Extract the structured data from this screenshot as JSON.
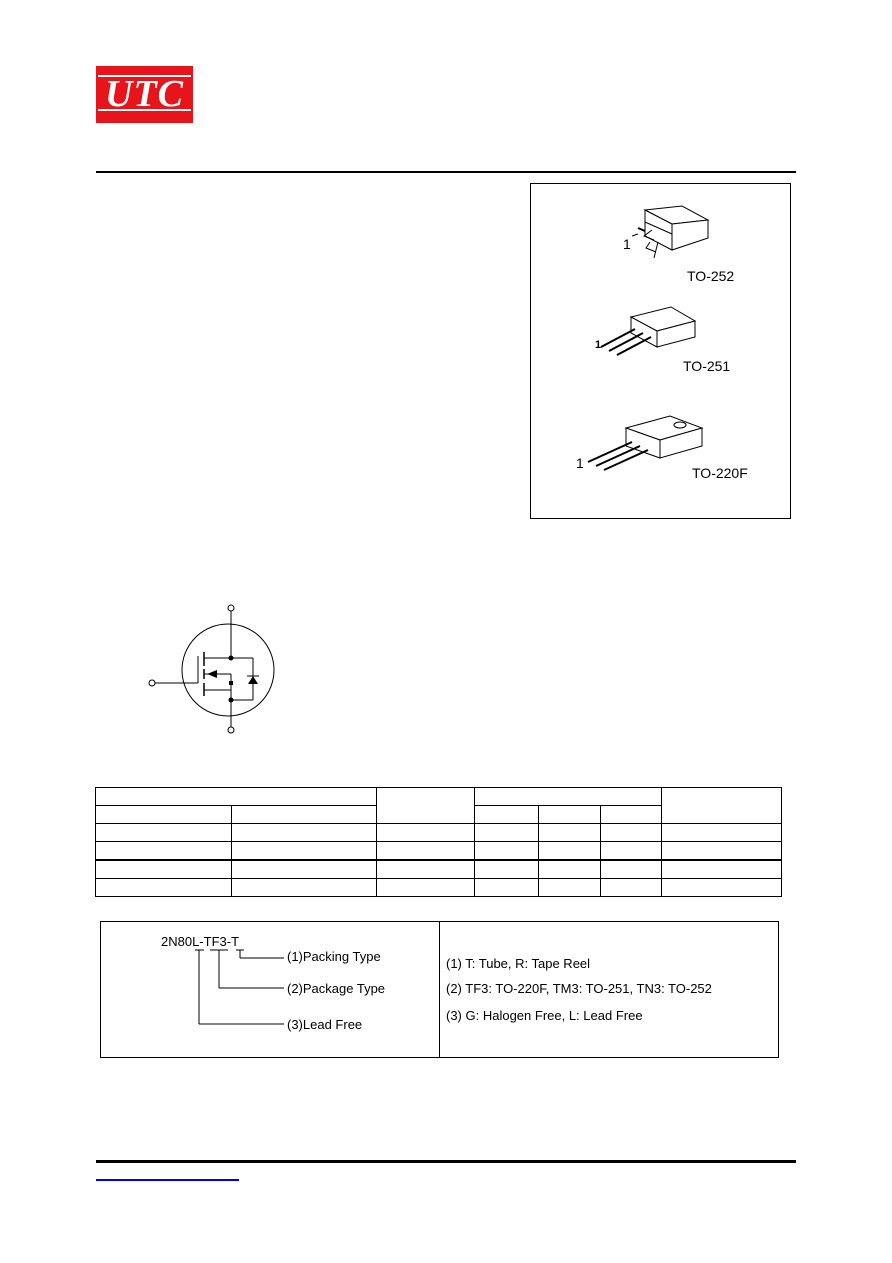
{
  "logo": {
    "text": "UTC",
    "bg_color": "#e8141c"
  },
  "packages": [
    {
      "name": "TO-252",
      "pin_label": "1"
    },
    {
      "name": "TO-251",
      "pin_label": "1"
    },
    {
      "name": "TO-220F",
      "pin_label": "1"
    }
  ],
  "ordering": {
    "part_number": "2N80L-TF3-T",
    "legend": [
      "(1)Packing Type",
      "(2)Package Type",
      "(3)Lead Free"
    ],
    "notes": [
      "(1) T: Tube, R: Tape Reel",
      "(2) TF3: TO-220F, TM3: TO-251, TN3: TO-252",
      "(3) G: Halogen Free, L: Lead Free"
    ]
  },
  "colors": {
    "accent": "#e8141c",
    "link": "#0000ee"
  }
}
